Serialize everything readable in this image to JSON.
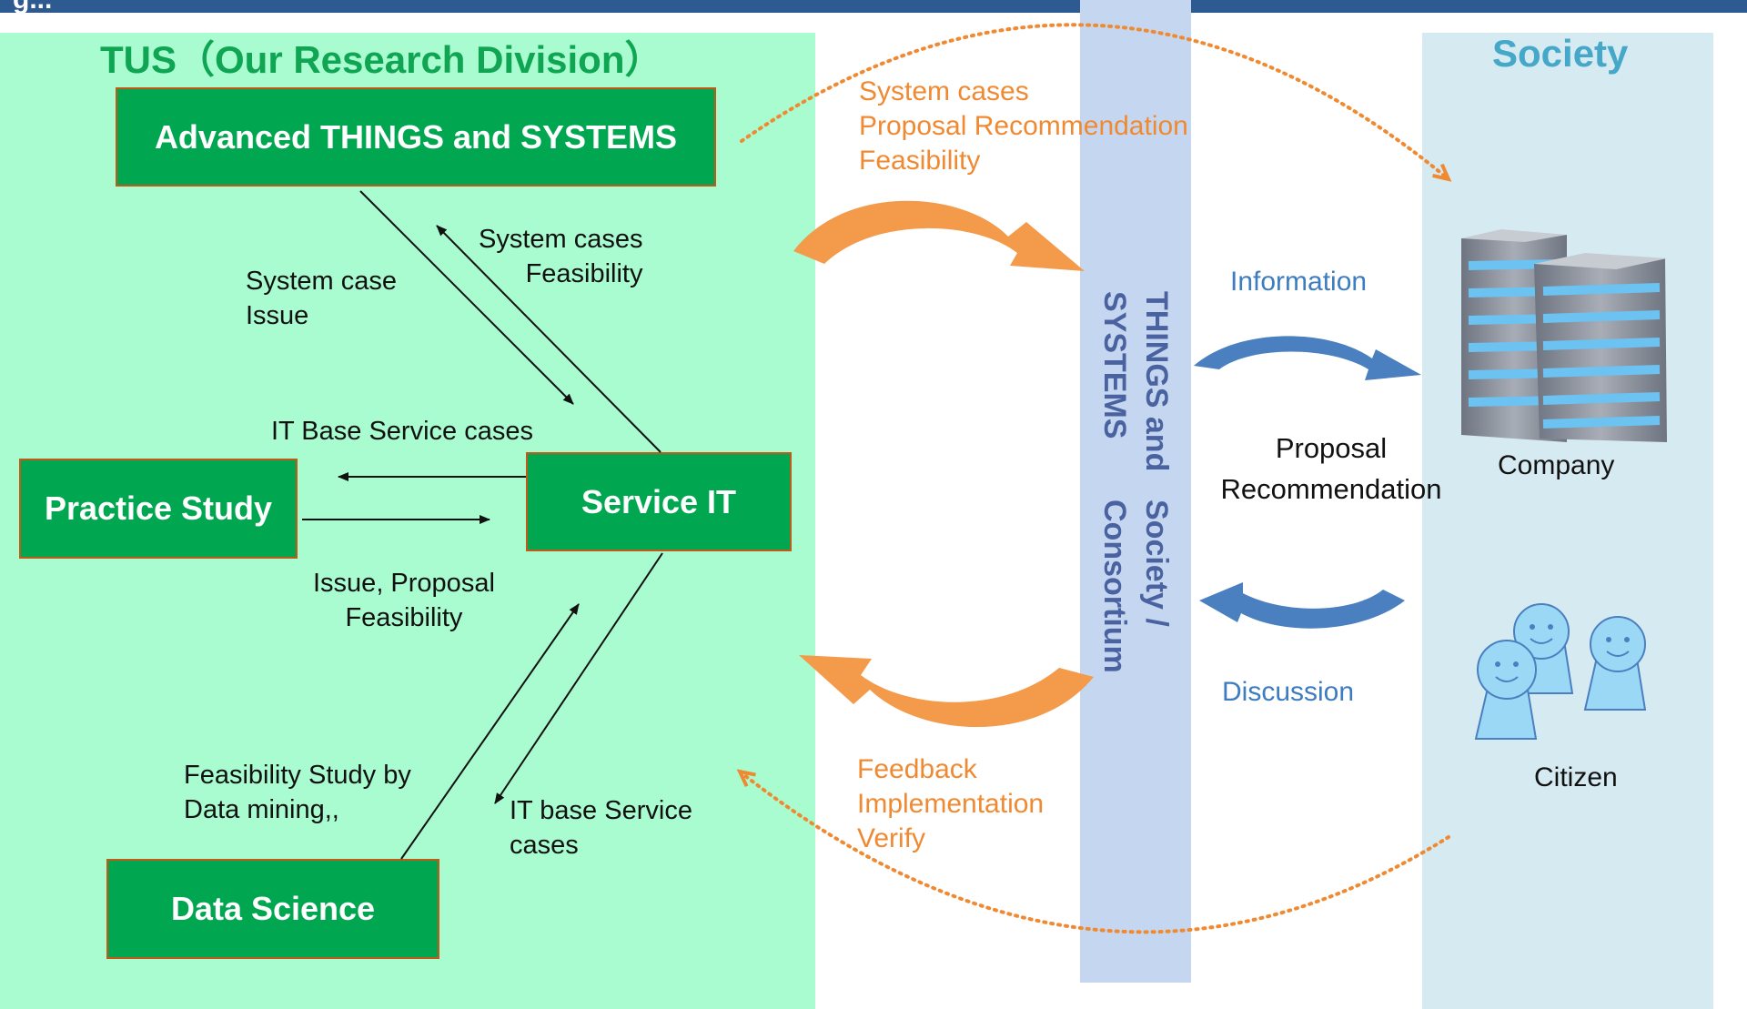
{
  "header": {
    "cut_title": "g..."
  },
  "left_panel": {
    "title": "TUS（Our Research Division）"
  },
  "right_panel": {
    "title": "Society"
  },
  "boxes": {
    "advanced": "Advanced THINGS and SYSTEMS",
    "practice": "Practice  Study",
    "service": "Service IT",
    "data_science": "Data Science"
  },
  "labels": {
    "system_cases_feasibility": [
      "System cases",
      "Feasibility"
    ],
    "system_case_issue": [
      "System case",
      "Issue"
    ],
    "it_base_service_cases": "IT Base Service cases",
    "issue_proposal_feasibility": [
      "Issue, Proposal",
      "Feasibility"
    ],
    "feasibility_study": [
      "Feasibility   Study  by",
      "Data mining,,"
    ],
    "it_base_service": [
      "IT    base    Service",
      "cases"
    ]
  },
  "orange_labels": {
    "top": [
      "System cases",
      "Proposal Recommendation",
      "Feasibility"
    ],
    "bottom": [
      "Feedback",
      "Implementation",
      "Verify"
    ]
  },
  "consortium": {
    "lines": [
      "THINGS and SYSTEMS",
      "Society / Consortium"
    ]
  },
  "blue_labels": {
    "information": "Information",
    "discussion": "Discussion"
  },
  "center_label": [
    "Proposal",
    "Recommendation"
  ],
  "society_items": {
    "company": "Company",
    "citizen": "Citizen"
  },
  "icons": [
    "company-buildings-icon",
    "citizen-people-icon"
  ],
  "colors": {
    "tus_bg": "#a8fcd0",
    "society_bg": "#d6eaf2",
    "consortium_band": "#c5d7f0",
    "box_green": "#00a650",
    "box_border": "#c05a16",
    "orange": "#f08a32",
    "blue_arrow": "#4a7fc0",
    "tus_title": "#0fa553",
    "society_title": "#45a8c8"
  }
}
